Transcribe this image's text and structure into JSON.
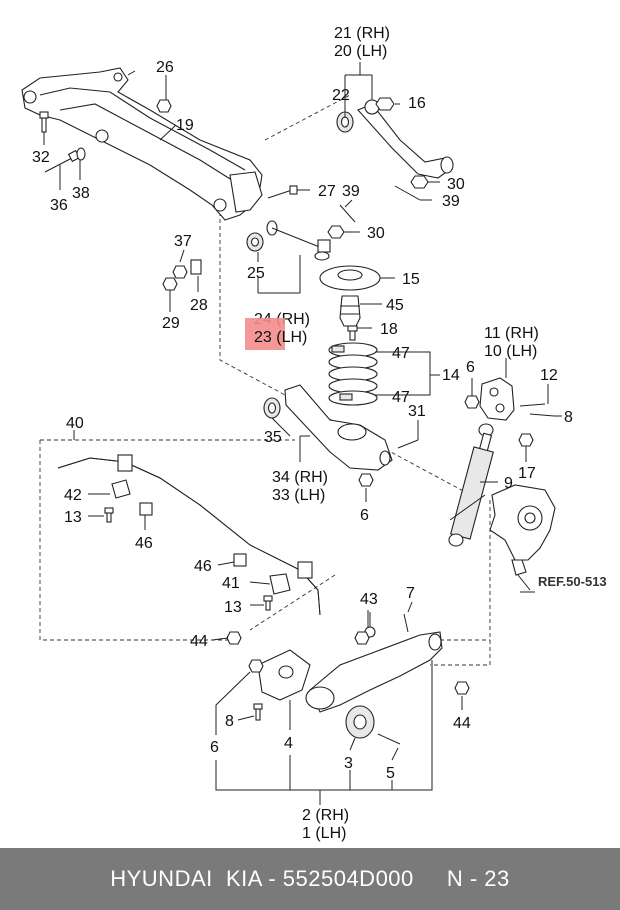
{
  "callouts": {
    "c21": "21 (RH)",
    "c20": "20 (LH)",
    "c26": "26",
    "c22": "22",
    "c16": "16",
    "c19": "19",
    "c32": "32",
    "c36": "36",
    "c38": "38",
    "c27": "27",
    "c39a": "39",
    "c30a": "30",
    "c39b": "39",
    "c30b": "30",
    "c37": "37",
    "c25": "25",
    "c15": "15",
    "c29": "29",
    "c28": "28",
    "c24": "24 (RH)",
    "c23": "23 (LH)",
    "c45": "45",
    "c18": "18",
    "c11": "11 (RH)",
    "c10": "10 (LH)",
    "c47a": "47",
    "c47b": "47",
    "c14": "14",
    "c6a": "6",
    "c12": "12",
    "c8a": "8",
    "c31": "31",
    "c35": "35",
    "c34": "34 (RH)",
    "c33": "33 (LH)",
    "c40": "40",
    "c17": "17",
    "c9": "9",
    "c6b": "6",
    "c42": "42",
    "c13a": "13",
    "c46a": "46",
    "c46b": "46",
    "c41": "41",
    "c13b": "13",
    "c43": "43",
    "c7": "7",
    "c44a": "44",
    "c44b": "44",
    "c8b": "8",
    "c6c": "6",
    "c4": "4",
    "c3": "3",
    "c5": "5",
    "c2": "2 (RH)",
    "c1": "1 (LH)"
  },
  "reference": "REF.50-513",
  "highlight_color": "#f28c8c",
  "footer": "HYUNDAI  KIA - 552504D000     N - 23"
}
